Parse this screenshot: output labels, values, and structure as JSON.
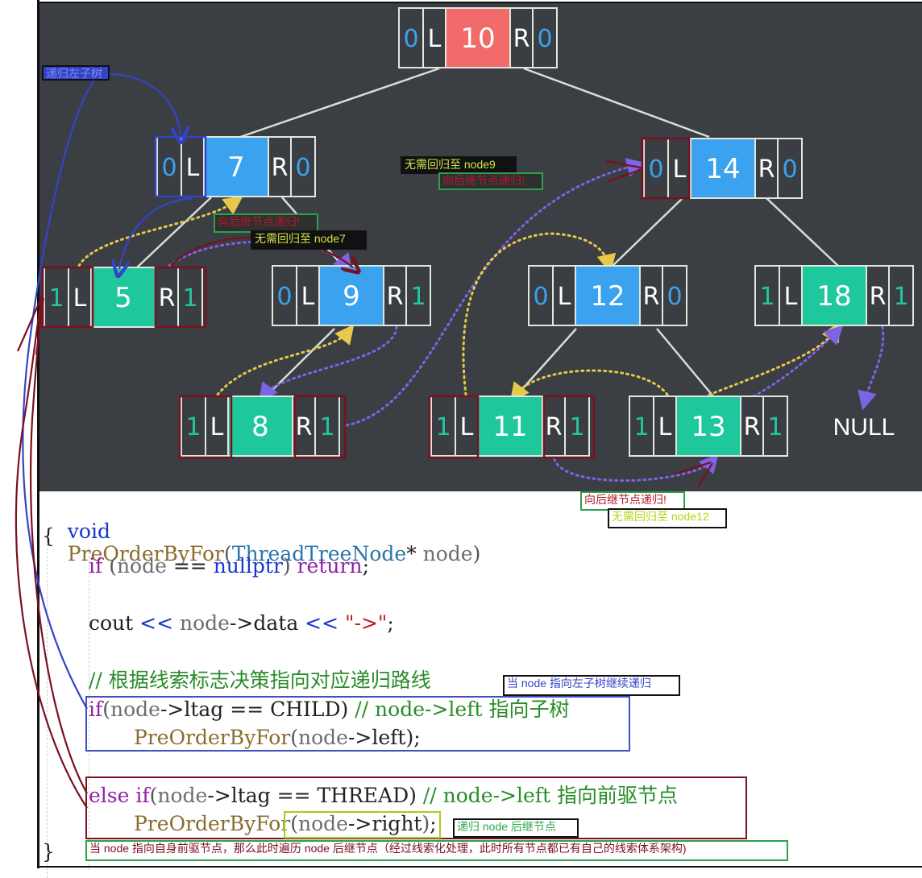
{
  "tree": {
    "nodes": [
      {
        "id": "node-10",
        "value": "10",
        "ltag": "0",
        "rtag": "0",
        "left_label": "L",
        "right_label": "R",
        "color": "#f16b6b"
      },
      {
        "id": "node-7",
        "value": "7",
        "ltag": "0",
        "rtag": "0",
        "left_label": "L",
        "right_label": "R",
        "color": "#3aa2ee"
      },
      {
        "id": "node-14",
        "value": "14",
        "ltag": "0",
        "rtag": "0",
        "left_label": "L",
        "right_label": "R",
        "color": "#3aa2ee"
      },
      {
        "id": "node-5",
        "value": "5",
        "ltag": "1",
        "rtag": "1",
        "left_label": "L",
        "right_label": "R",
        "color": "#1fc79d"
      },
      {
        "id": "node-9",
        "value": "9",
        "ltag": "0",
        "rtag": "1",
        "left_label": "L",
        "right_label": "R",
        "color": "#3aa2ee"
      },
      {
        "id": "node-12",
        "value": "12",
        "ltag": "0",
        "rtag": "0",
        "left_label": "L",
        "right_label": "R",
        "color": "#3aa2ee"
      },
      {
        "id": "node-18",
        "value": "18",
        "ltag": "1",
        "rtag": "1",
        "left_label": "L",
        "right_label": "R",
        "color": "#1fc79d"
      },
      {
        "id": "node-8",
        "value": "8",
        "ltag": "1",
        "rtag": "1",
        "left_label": "L",
        "right_label": "R",
        "color": "#1fc79d"
      },
      {
        "id": "node-11",
        "value": "11",
        "ltag": "1",
        "rtag": "1",
        "left_label": "L",
        "right_label": "R",
        "color": "#1fc79d"
      },
      {
        "id": "node-13",
        "value": "13",
        "ltag": "1",
        "rtag": "1",
        "left_label": "L",
        "right_label": "R",
        "color": "#1fc79d"
      }
    ],
    "null_label": "NULL"
  },
  "annotations": {
    "recurse_left_subtree": "递归左子树",
    "no_backtrack_node9": "无需回归至 node9",
    "to_successor_1": "向后继节点递归!",
    "to_successor_2": "向后继节点递归!",
    "no_backtrack_node7": "无需回归至 node7",
    "to_successor_3": "向后继节点递归!",
    "no_backtrack_node12": "无需回归至 node12",
    "when_left_child": "当 node 指向左子树继续递归",
    "recurse_successor": "递归 node 后继节点",
    "when_predecessor": "当 node 指向自身前驱节点，那么此时遍历 node 后继节点（经过线索化处理，此时所有节点都已有自己的线索体系架构)"
  },
  "code": {
    "l1_void": "void",
    "l1_fn": "PreOrderByFor",
    "l1_open": "(",
    "l1_type": "ThreadTreeNode",
    "l1_star": "*",
    "l1_param": " node",
    "l1_close": ")",
    "l2": "{",
    "l3_if": "if",
    "l3_open": " (",
    "l3_var": "node",
    "l3_eq": " == ",
    "l3_null": "nullptr",
    "l3_close": ") ",
    "l3_ret": "return",
    "l3_semi": ";",
    "l4_cout": "cout ",
    "l4_shl1": "<<",
    "l4_node": " node",
    "l4_arrow": "->data ",
    "l4_shl2": "<<",
    "l4_str": " \"->\"",
    "l4_semi": ";",
    "l5_comment": "// 根据线索标志决策指向对应递归路线",
    "l6_if": "if",
    "l6_open": "(",
    "l6_var": "node",
    "l6_rest": "->ltag == CHILD) ",
    "l6_comment": "// node->left 指向子树",
    "l7_fn": "PreOrderByFor",
    "l7_open": "(",
    "l7_var": "node",
    "l7_rest": "->left",
    "l7_close": ");",
    "l8_else": "else if",
    "l8_open": "(",
    "l8_var": "node",
    "l8_rest": "->ltag == THREAD) ",
    "l8_comment": "// node->left 指向前驱节点",
    "l9_fn": "PreOrderByFor",
    "l9_open": "(",
    "l9_var": "node",
    "l9_rest": "->right",
    "l9_close": ")",
    "l9_semi": ";",
    "l10": "}"
  }
}
